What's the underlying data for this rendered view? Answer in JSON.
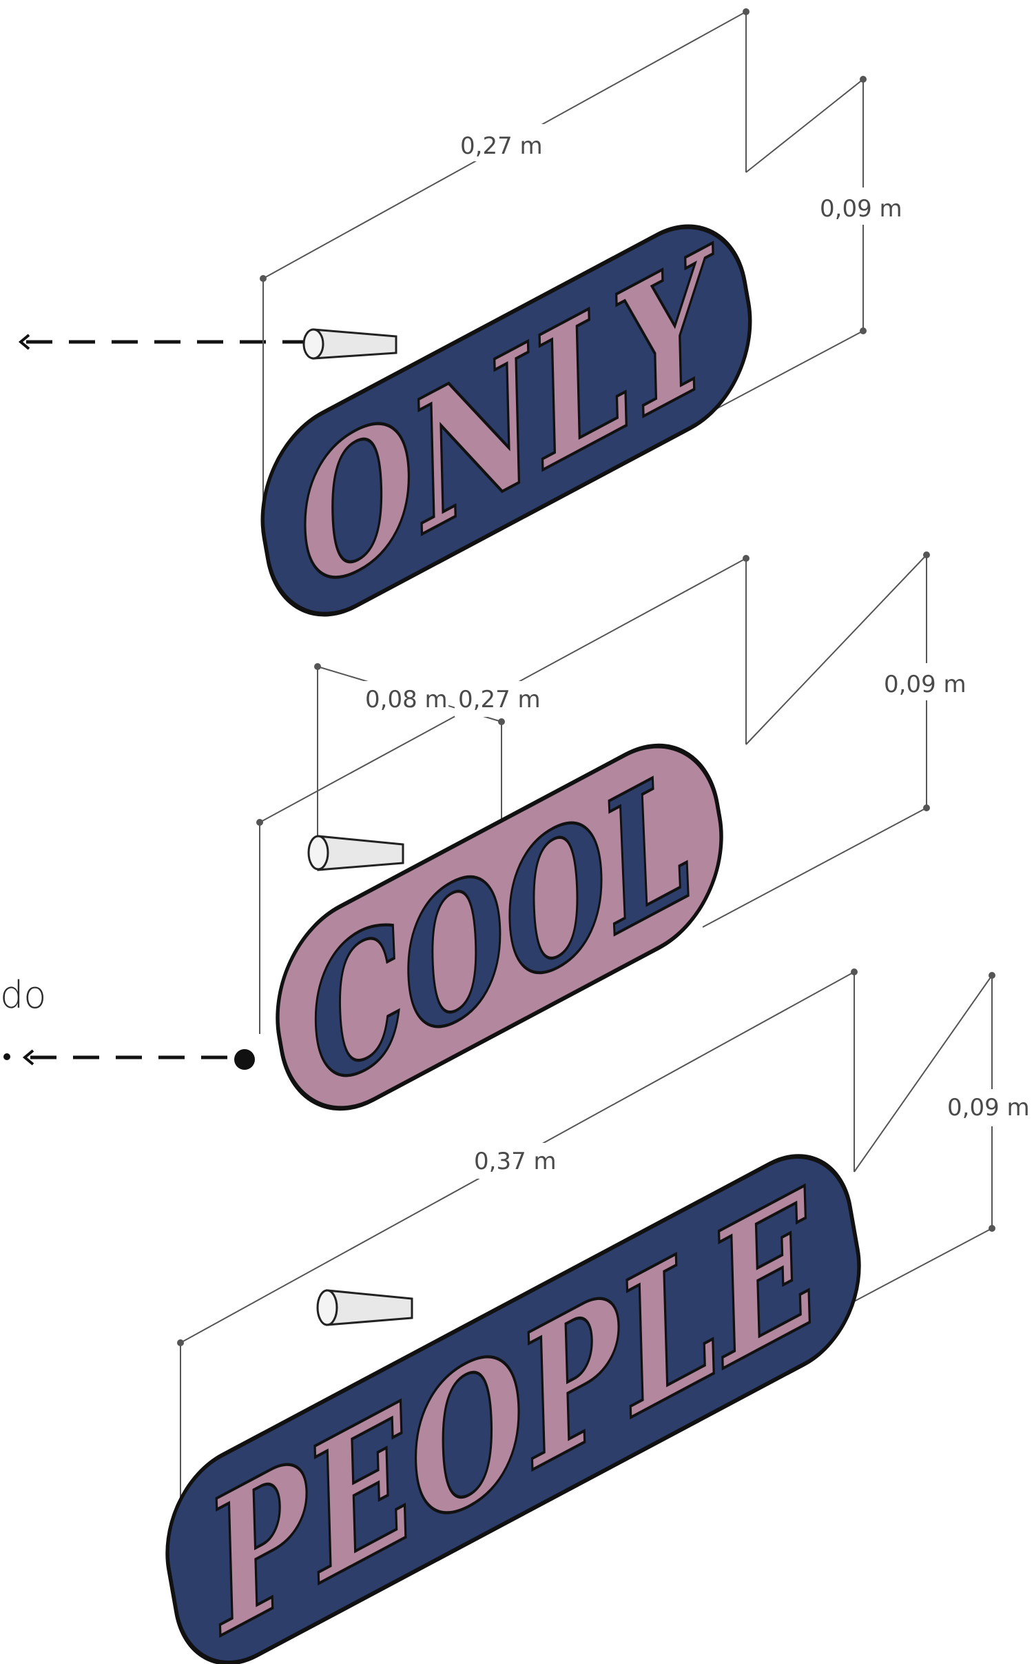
{
  "signs": [
    {
      "word": "ONLY",
      "plate_color": "#2d3e6b",
      "letter_color": "#b3879e",
      "dims": {
        "width": "0,27 m",
        "height": "0,09 m"
      }
    },
    {
      "word": "COOL",
      "plate_color": "#b3879e",
      "letter_color": "#2d3e6b",
      "dims": {
        "width": "0,27 m",
        "height": "0,09 m",
        "depth": "0,08 m"
      }
    },
    {
      "word": "PEOPLE",
      "plate_color": "#2d3e6b",
      "letter_color": "#b3879e",
      "dims": {
        "width": "0,37 m",
        "height": "0,09 m"
      }
    }
  ],
  "side_label": "do",
  "colors": {
    "outline": "#1a1a1a",
    "dimension_line": "#555555",
    "pin": "#e8e8e8"
  }
}
